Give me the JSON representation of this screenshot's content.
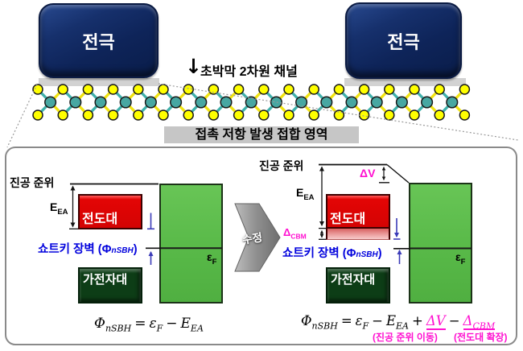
{
  "colors": {
    "electrode_navy": "#122a66",
    "atom_yellow": "#ffff00",
    "atom_teal": "#47a7a2",
    "bond_teal": "#3fb0aa",
    "bond_yellow": "#f0e312",
    "conduction_red": "#de0404",
    "metal_green": "#57b847",
    "valence_dark_green": "#0d3d16",
    "schottky_blue": "#0202dd",
    "accent_magenta": "#ff10d0",
    "label_gray": "#c6c6c6"
  },
  "electrodes": {
    "left": "전극",
    "right": "전극"
  },
  "channel_label": {
    "arrow": "↓",
    "text": "초박막 2차원 채널"
  },
  "junction_label": "접촉 저항 발생 접합 영역",
  "modify_arrow_label": "수정",
  "chain": {
    "yellow_pairs": 18,
    "teal_atoms": 17
  },
  "left_diagram": {
    "vacuum_label": "진공 준위",
    "eea": {
      "base": "E",
      "sub": "EA"
    },
    "conduction_band": "전도대",
    "schottky": {
      "prefix": "쇼트키 장벽 (Φ",
      "sub": "nSBH",
      "suffix": ")"
    },
    "fermi": {
      "base": "ε",
      "sub": "F"
    },
    "valence_band": "가전자대",
    "formula": {
      "phi": "Φ",
      "phi_sub": "nSBH",
      "eq": "=",
      "eps": "ε",
      "eps_sub": "F",
      "minus": "−",
      "e": "E",
      "e_sub": "EA"
    }
  },
  "right_diagram": {
    "vacuum_label": "진공 준위",
    "delta_v": "ΔV",
    "eea": {
      "base": "E",
      "sub": "EA"
    },
    "delta_cbm": {
      "base": "Δ",
      "sub": "CBM"
    },
    "conduction_band": "전도대",
    "schottky": {
      "prefix": "쇼트키 장벽 (Φ",
      "sub": "nSBH",
      "suffix": ")"
    },
    "fermi": {
      "base": "ε",
      "sub": "F"
    },
    "valence_band": "가전자대",
    "formula": {
      "phi": "Φ",
      "phi_sub": "nSBH",
      "eq": "=",
      "eps": "ε",
      "eps_sub": "F",
      "minus1": "−",
      "e": "E",
      "e_sub": "EA",
      "plus": "+",
      "dv": "ΔV",
      "minus2": "−",
      "dcbm": "Δ",
      "dcbm_sub": "CBM"
    },
    "annotation_dv": "(진공 준위 이동)",
    "annotation_dcbm": "(전도대 확장)"
  }
}
